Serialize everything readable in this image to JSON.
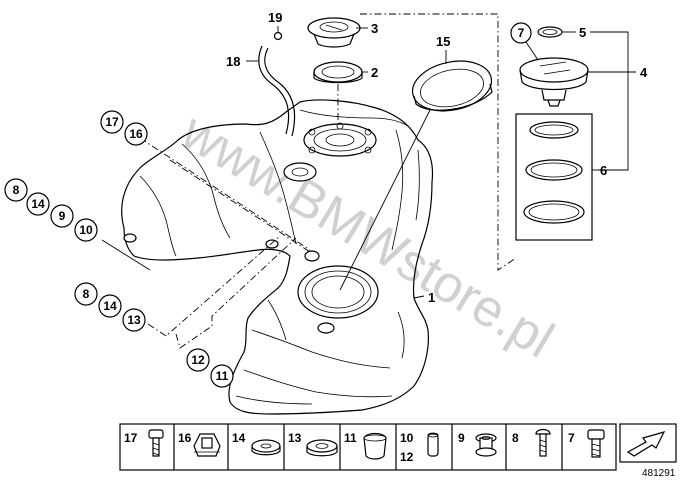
{
  "watermark": "www.BMWstore.pl",
  "reference_number": "481291",
  "callouts": {
    "c1": "1",
    "c2": "2",
    "c3": "3",
    "c4": "4",
    "c5": "5",
    "c6": "6",
    "c7_top": "7",
    "c15": "15",
    "c18": "18",
    "c19": "19",
    "c17_top": "17",
    "c16_top": "16",
    "c8_a": "8",
    "c14_a": "14",
    "c9_a": "9",
    "c10_a": "10",
    "c8_b": "8",
    "c14_b": "14",
    "c13_b": "13",
    "c12_c": "12",
    "c11_c": "11"
  },
  "parts_table": [
    {
      "number": "17"
    },
    {
      "number": "16"
    },
    {
      "number": "14"
    },
    {
      "number": "13"
    },
    {
      "number": "11"
    },
    {
      "number": "10",
      "number2": "12"
    },
    {
      "number": "9"
    },
    {
      "number": "8"
    },
    {
      "number": "7"
    }
  ]
}
